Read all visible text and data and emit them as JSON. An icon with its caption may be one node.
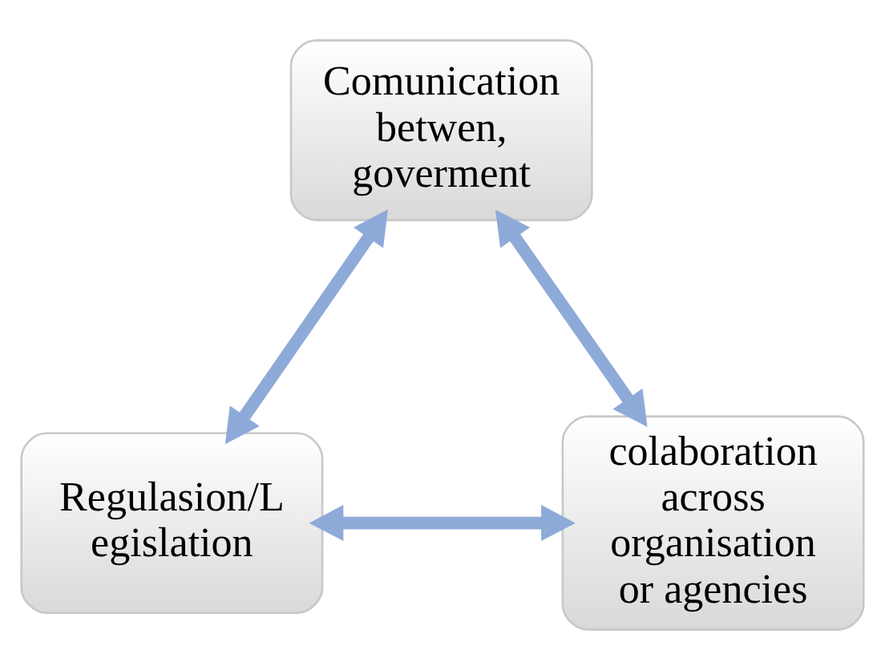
{
  "diagram": {
    "nodes": [
      {
        "text": [
          "Comunication betwen, goverment"
        ]
      },
      {
        "text": [
          "Regulasion/L egislation"
        ]
      },
      {
        "text": [
          "colaboration across organisation or agencies"
        ]
      }
    ],
    "edges": [
      {
        "from": 0,
        "to": 1,
        "arrow": "both"
      },
      {
        "from": 0,
        "to": 2,
        "arrow": "both"
      },
      {
        "from": 1,
        "to": 2,
        "arrow": "both"
      }
    ]
  }
}
